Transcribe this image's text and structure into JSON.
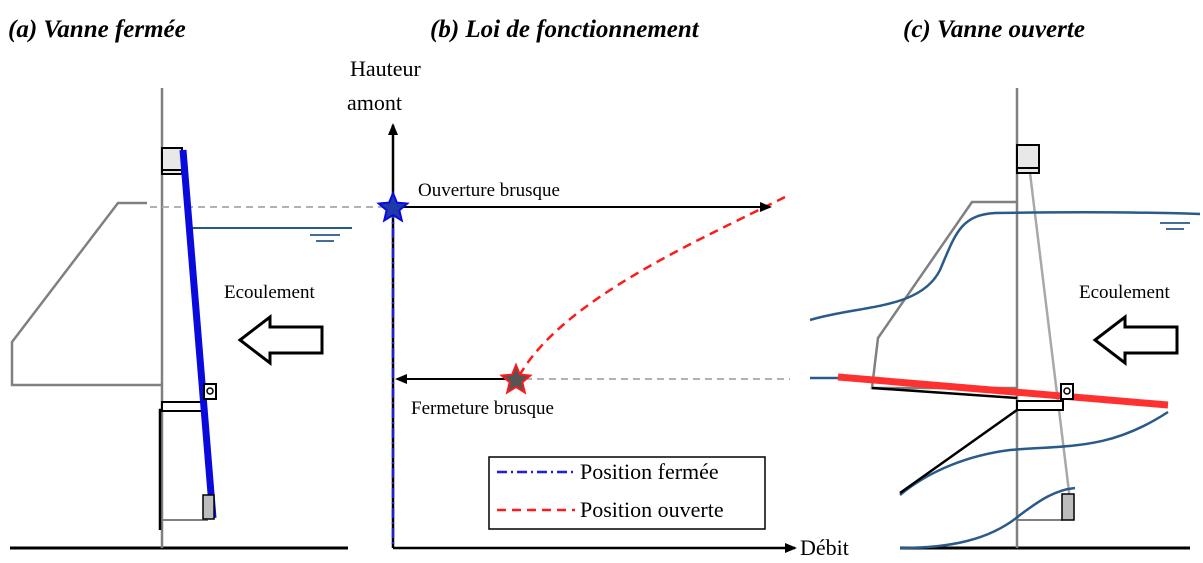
{
  "panels": {
    "a": {
      "title": "(a) Vanne fermée",
      "flow_label": "Ecoulement"
    },
    "b": {
      "title": "(b) Loi de fonctionnement",
      "y_axis_label_line1": "Hauteur",
      "y_axis_label_line2": "amont",
      "x_axis_label": "Débit",
      "event_opening": "Ouverture brusque",
      "event_closing": "Fermeture brusque",
      "legend": [
        {
          "label": "Position fermée",
          "color": "#1f1fd6",
          "style": "dash-dot"
        },
        {
          "label": "Position ouverte",
          "color": "#ff1a1a",
          "style": "dashed"
        }
      ]
    },
    "c": {
      "title": "(c) Vanne ouverte",
      "flow_label": "Ecoulement"
    }
  },
  "colors": {
    "closed_gate": "#0a0adc",
    "open_gate": "#ff3030",
    "water": "#2a5a8a",
    "structure": "#808080",
    "guide": "#a8a8a8"
  }
}
